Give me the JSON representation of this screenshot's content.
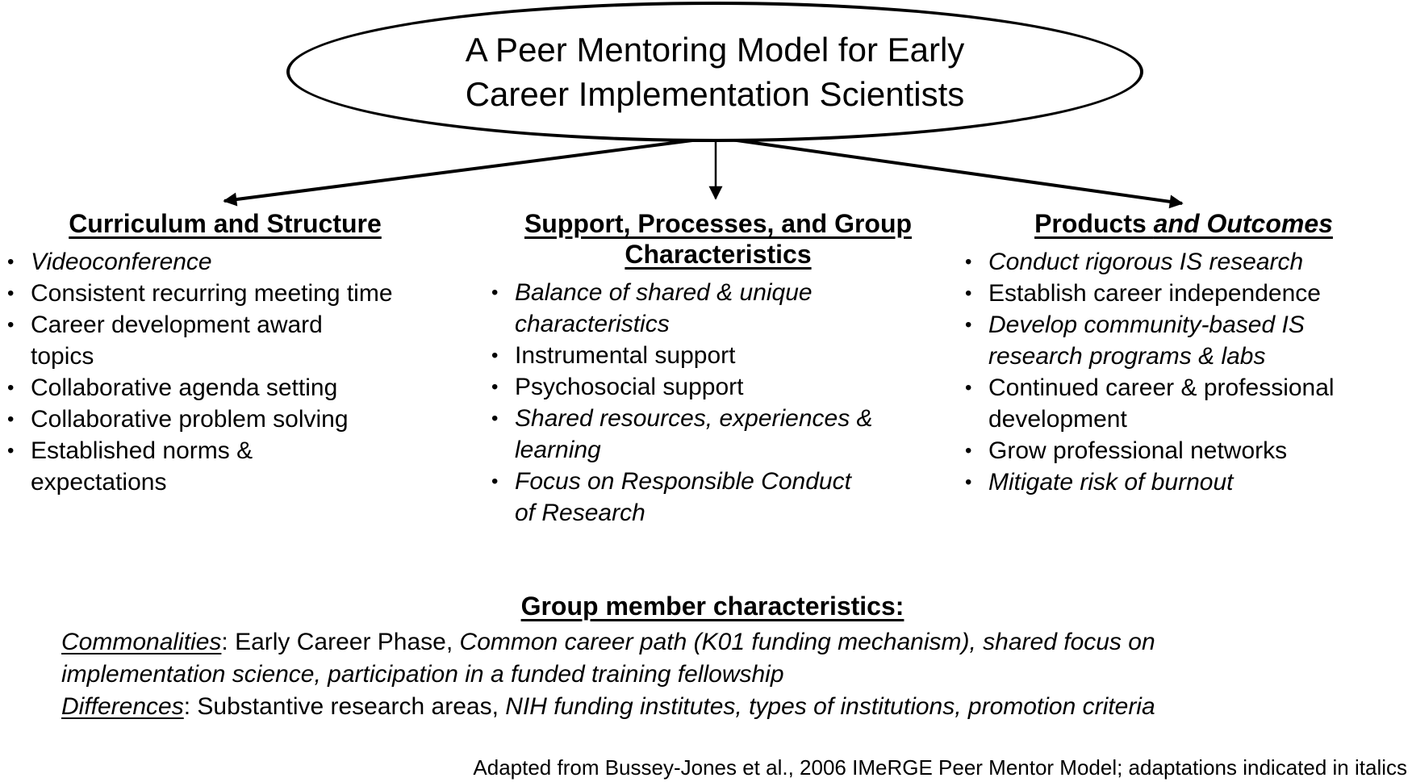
{
  "diagram": {
    "title_lines": [
      "A Peer Mentoring Model for Early",
      "Career Implementation Scientists"
    ],
    "columns": [
      {
        "header_lines": [
          [
            {
              "text": "Curriculum and Structure"
            }
          ]
        ],
        "items": [
          {
            "italic": true,
            "lines": [
              "Videoconference"
            ]
          },
          {
            "italic": false,
            "lines": [
              "Consistent recurring meeting time"
            ]
          },
          {
            "italic": false,
            "lines": [
              "Career development award",
              "topics"
            ]
          },
          {
            "italic": false,
            "lines": [
              "Collaborative agenda setting"
            ]
          },
          {
            "italic": false,
            "lines": [
              "Collaborative problem solving"
            ]
          },
          {
            "italic": false,
            "lines": [
              "Established norms &",
              "expectations"
            ]
          }
        ]
      },
      {
        "header_lines": [
          [
            {
              "text": "Support, Processes, and Group"
            }
          ],
          [
            {
              "text": "Characteristics"
            }
          ]
        ],
        "items": [
          {
            "italic": true,
            "lines": [
              "Balance of shared & unique",
              "characteristics"
            ]
          },
          {
            "italic": false,
            "lines": [
              "Instrumental support"
            ]
          },
          {
            "italic": false,
            "lines": [
              "Psychosocial support"
            ]
          },
          {
            "italic": true,
            "lines": [
              "Shared resources, experiences &",
              "learning"
            ]
          },
          {
            "italic": true,
            "lines": [
              "Focus on Responsible Conduct",
              "of Research"
            ]
          }
        ]
      },
      {
        "header_lines": [
          [
            {
              "text": "Products "
            },
            {
              "text": "and Outcomes",
              "italic": true
            }
          ]
        ],
        "items": [
          {
            "italic": true,
            "lines": [
              "Conduct rigorous IS research"
            ]
          },
          {
            "italic": false,
            "lines": [
              "Establish career independence"
            ]
          },
          {
            "italic": true,
            "lines": [
              "Develop community-based IS",
              "research programs & labs"
            ]
          },
          {
            "italic": false,
            "lines": [
              "Continued career & professional",
              "development"
            ]
          },
          {
            "italic": false,
            "lines": [
              "Grow professional networks"
            ]
          },
          {
            "italic": true,
            "lines": [
              "Mitigate risk of burnout"
            ]
          }
        ]
      }
    ],
    "group_section": {
      "header": "Group member characteristics:",
      "lines": [
        [
          {
            "text": "Commonalities",
            "italic": true,
            "underline": true
          },
          {
            "text": ": Early Career Phase, "
          },
          {
            "text": "Common career path (K01 funding mechanism), shared focus on",
            "italic": true
          }
        ],
        [
          {
            "text": "implementation science, participation in a funded training fellowship",
            "italic": true
          }
        ],
        [
          {
            "text": "Differences",
            "italic": true,
            "underline": true
          },
          {
            "text": ": Substantive research areas, "
          },
          {
            "text": "NIH funding institutes, types of institutions, promotion criteria",
            "italic": true
          }
        ]
      ]
    },
    "attribution": "Adapted from Bussey-Jones et al., 2006 IMeRGE Peer Mentor Model; adaptations indicated in italics",
    "bullet_glyph": "•",
    "colors": {
      "ink": "#000000",
      "background": "#ffffff"
    }
  }
}
